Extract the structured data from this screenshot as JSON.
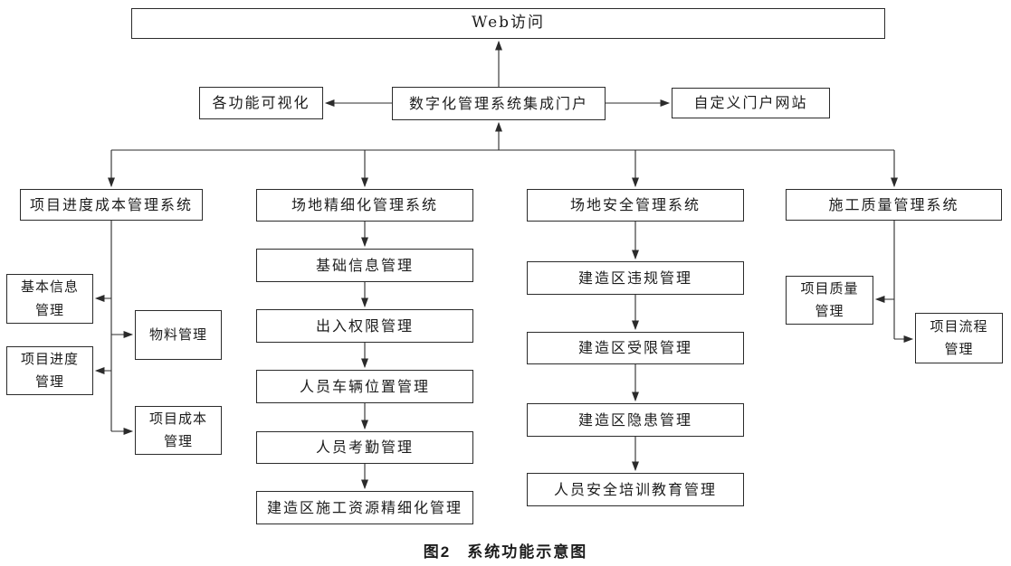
{
  "diagram": {
    "web_access": "Web访问",
    "portal": {
      "visualization": "各功能可视化",
      "center": "数字化管理系统集成门户",
      "custom_site": "自定义门户网站"
    },
    "columns": [
      {
        "header": "项目进度成本管理系统",
        "children": [
          "基本信息\n管理",
          "物料管理",
          "项目进度\n管理",
          "项目成本\n管理"
        ]
      },
      {
        "header": "场地精细化管理系统",
        "chain": [
          "基础信息管理",
          "出入权限管理",
          "人员车辆位置管理",
          "人员考勤管理",
          "建造区施工资源精细化管理"
        ]
      },
      {
        "header": "场地安全管理系统",
        "chain": [
          "建造区违规管理",
          "建造区受限管理",
          "建造区隐患管理",
          "人员安全培训教育管理"
        ]
      },
      {
        "header": "施工质量管理系统",
        "children": [
          "项目质量\n管理",
          "项目流程\n管理"
        ]
      }
    ],
    "caption": {
      "figure_label": "图2",
      "title": "系统功能示意图"
    },
    "line_color": "#2b2b2b"
  }
}
